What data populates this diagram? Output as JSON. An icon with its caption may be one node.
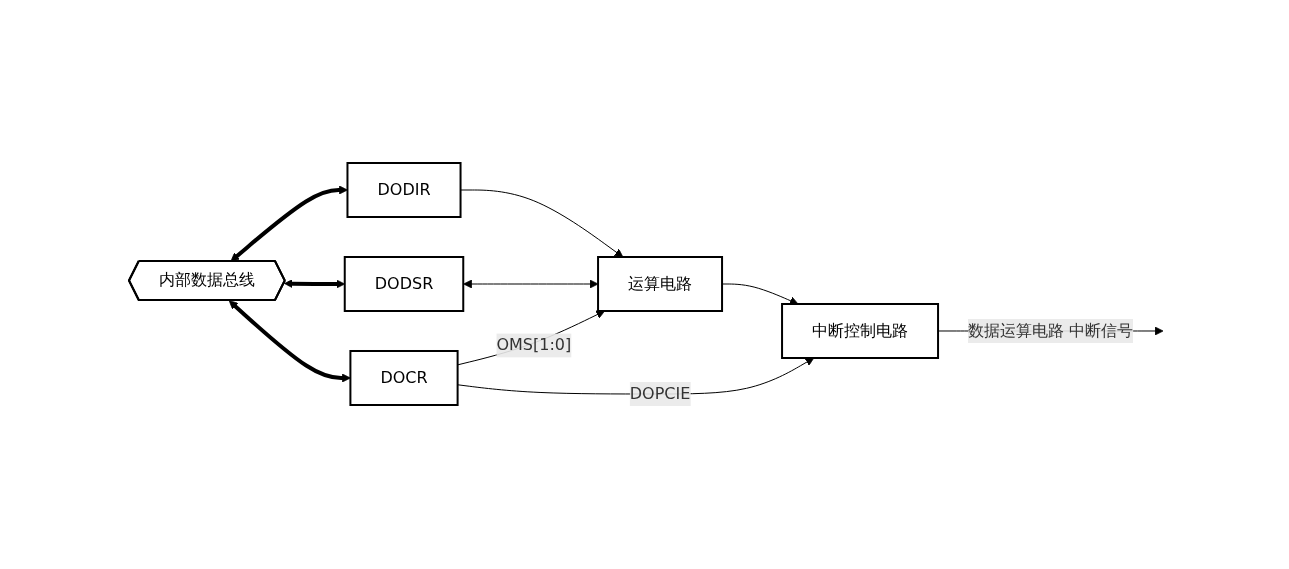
{
  "diagram": {
    "nodes": [
      {
        "text": [
          "内部数据总线"
        ]
      },
      {
        "text": [
          "DODIR"
        ]
      },
      {
        "text": [
          "DODSR"
        ]
      },
      {
        "text": [
          "运算电路"
        ]
      },
      {
        "text": [
          "中断控制电路"
        ]
      },
      {
        "text": [
          "DOCR"
        ]
      }
    ],
    "edges": [
      {
        "from": 0,
        "to": 1,
        "arrow": "both",
        "style": "thick"
      },
      {
        "from": 1,
        "to": 3,
        "arrow": "to"
      },
      {
        "from": 0,
        "to": 2,
        "arrow": "both",
        "style": "thick"
      },
      {
        "from": 2,
        "to": 3,
        "arrow": "both"
      },
      {
        "from": 0,
        "to": 5,
        "arrow": "both",
        "style": "thick"
      },
      {
        "from": 3,
        "to": 4,
        "arrow": "to"
      },
      {
        "from": 5,
        "to": 3,
        "arrow": "to",
        "label": "OMS[1:0]"
      },
      {
        "from": 5,
        "to": 4,
        "arrow": "to",
        "label": "DOPCIE"
      },
      {
        "from": 4,
        "to": null,
        "arrow": "to",
        "label": "数据运算电路 中断信号"
      }
    ]
  }
}
